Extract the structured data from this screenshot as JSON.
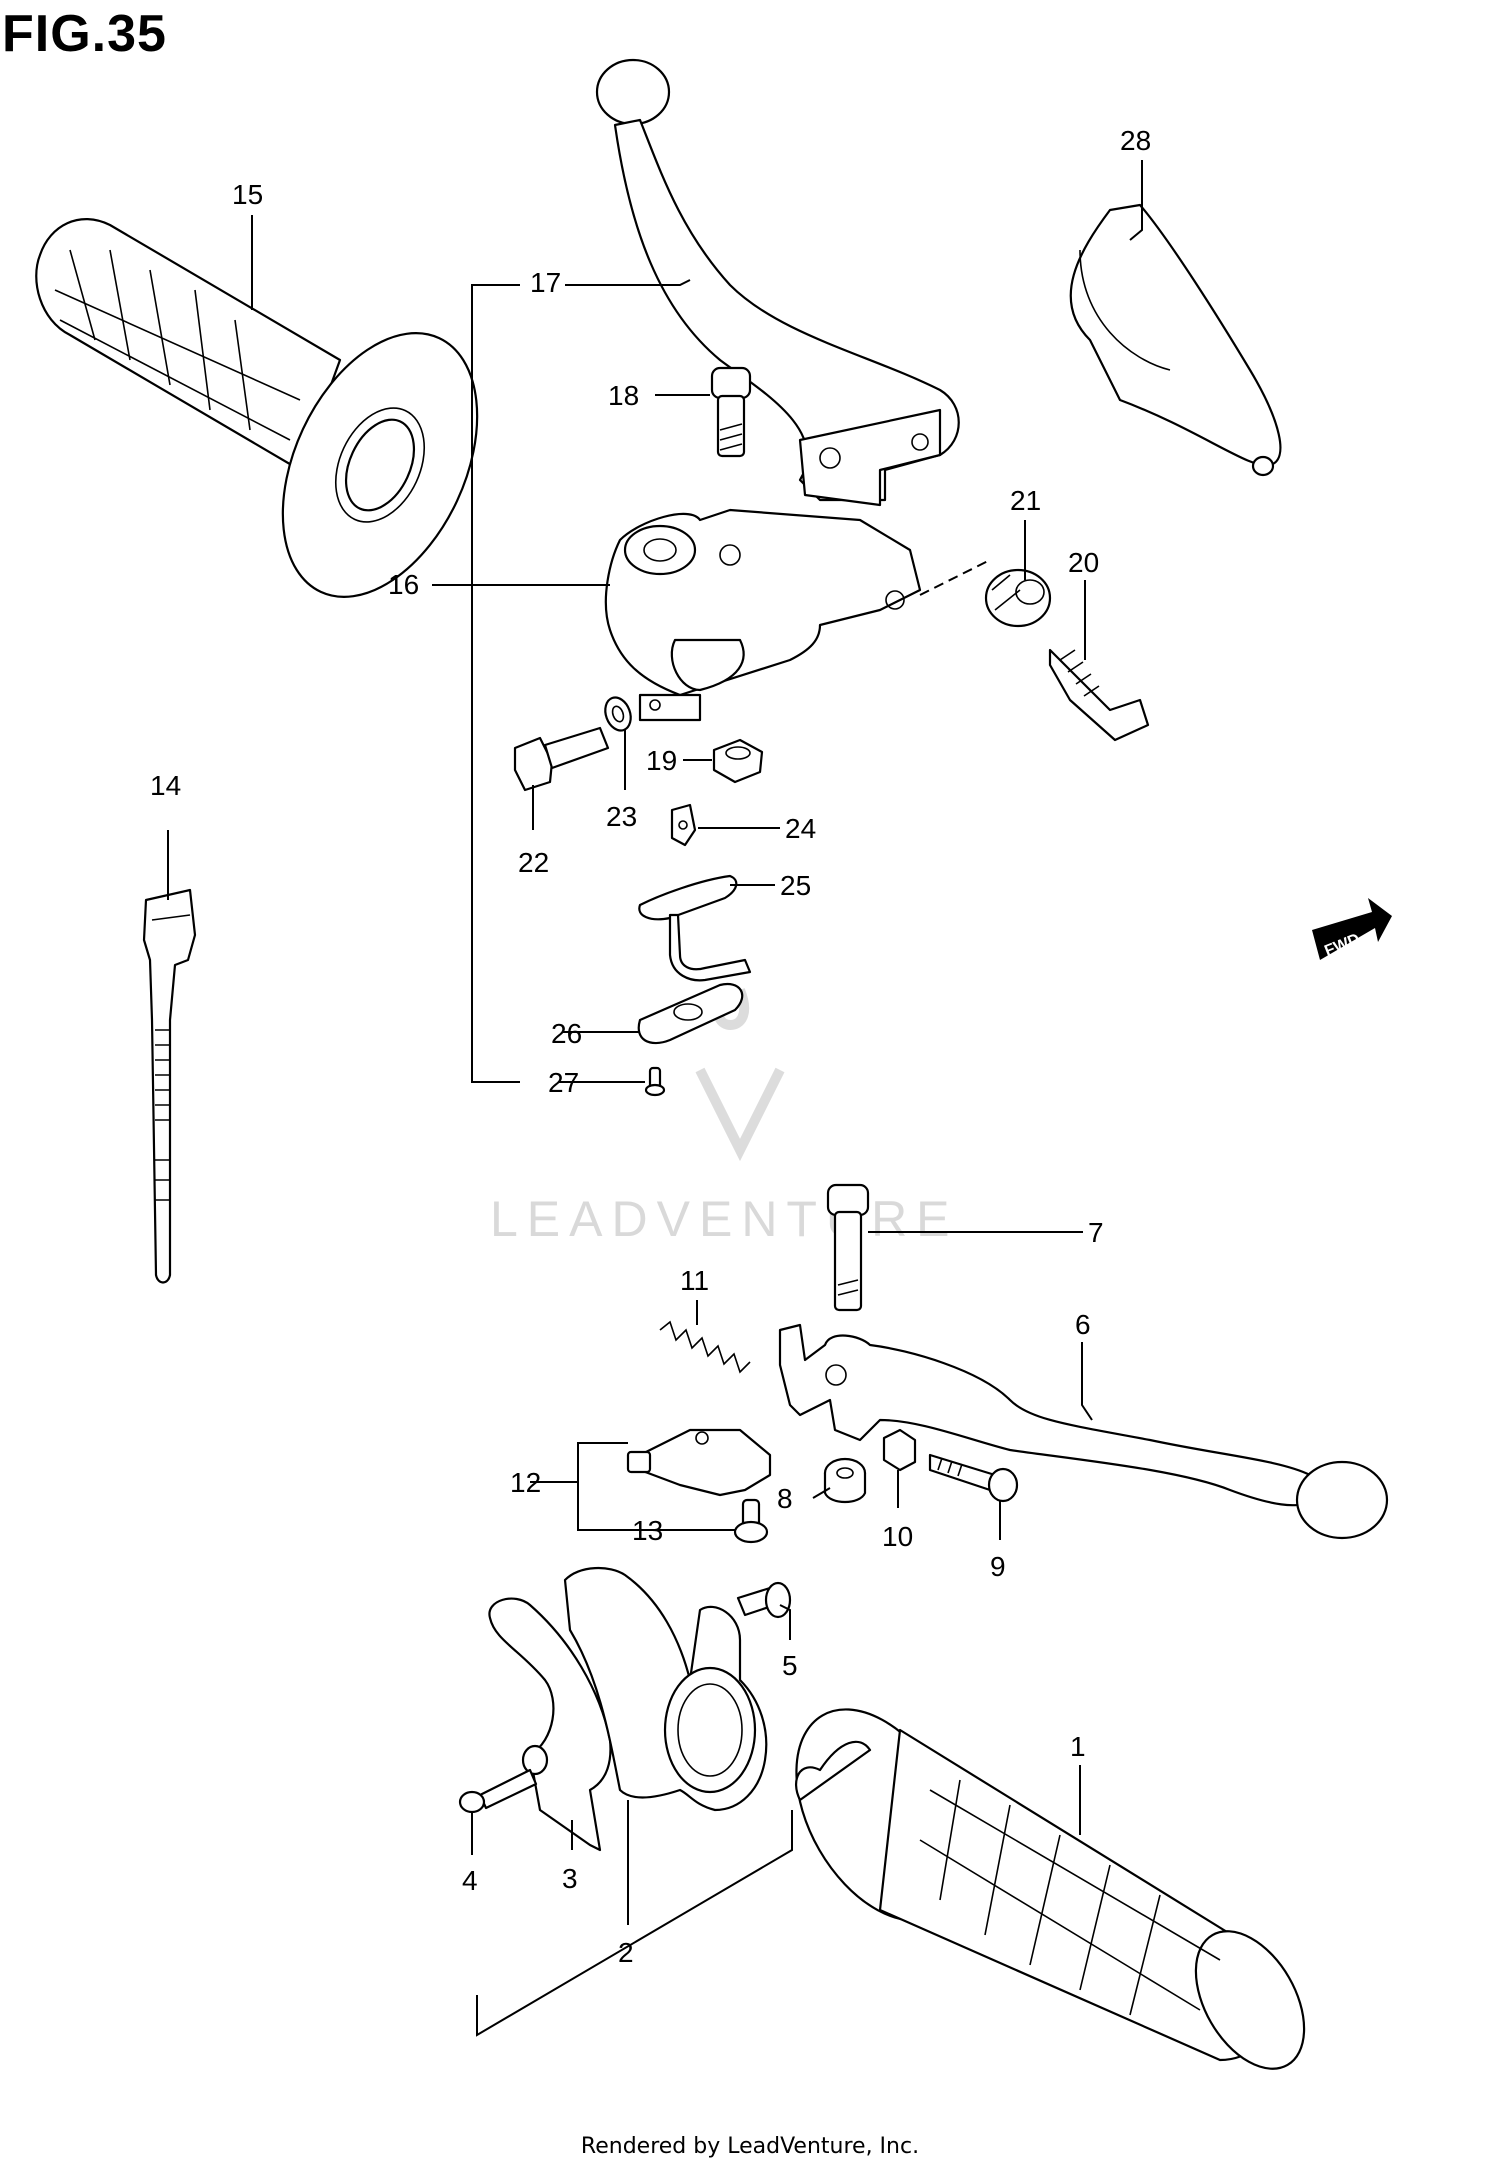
{
  "figure": {
    "title": "FIG.35",
    "footer": "Rendered by LeadVenture, Inc.",
    "watermark": "LEADVENTURE",
    "fwd_label": "FWD"
  },
  "callouts": [
    {
      "id": "1",
      "label": "1"
    },
    {
      "id": "2",
      "label": "2"
    },
    {
      "id": "3",
      "label": "3"
    },
    {
      "id": "4",
      "label": "4"
    },
    {
      "id": "5",
      "label": "5"
    },
    {
      "id": "6",
      "label": "6"
    },
    {
      "id": "7",
      "label": "7"
    },
    {
      "id": "8",
      "label": "8"
    },
    {
      "id": "9",
      "label": "9"
    },
    {
      "id": "10",
      "label": "10"
    },
    {
      "id": "11",
      "label": "11"
    },
    {
      "id": "12",
      "label": "12"
    },
    {
      "id": "13",
      "label": "13"
    },
    {
      "id": "14",
      "label": "14"
    },
    {
      "id": "15",
      "label": "15"
    },
    {
      "id": "16",
      "label": "16"
    },
    {
      "id": "17",
      "label": "17"
    },
    {
      "id": "18",
      "label": "18"
    },
    {
      "id": "19",
      "label": "19"
    },
    {
      "id": "20",
      "label": "20"
    },
    {
      "id": "21",
      "label": "21"
    },
    {
      "id": "22",
      "label": "22"
    },
    {
      "id": "23",
      "label": "23"
    },
    {
      "id": "24",
      "label": "24"
    },
    {
      "id": "25",
      "label": "25"
    },
    {
      "id": "26",
      "label": "26"
    },
    {
      "id": "27",
      "label": "27"
    },
    {
      "id": "28",
      "label": "28"
    }
  ]
}
